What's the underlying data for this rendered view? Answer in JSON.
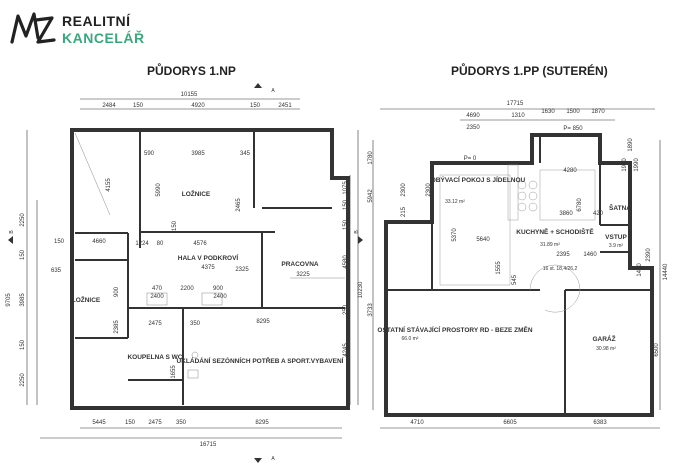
{
  "brand": {
    "line1": "REALITNÍ",
    "line2": "KANCELÁŘ",
    "mark": "MZ",
    "accent": "#3aa77f"
  },
  "plan1": {
    "title": "PŮDORYS 1.NP",
    "section_mark": "A",
    "rooms": {
      "loznice_top": "LOŽNICE",
      "hala": "HALA V PODKROVÍ",
      "pracovna": "PRACOVNA",
      "loznice_left": "LOŽNICE",
      "koupelna": "KOUPELNA S WC",
      "ulozeni": "UKLÁDÁNÍ SEZÓNNÍCH POTŘEB A SPORT.VYBAVENÍ"
    },
    "dims": {
      "top_total": "10155",
      "top_a": "2484",
      "top_b": "150",
      "top_c": "4920",
      "top_d": "150",
      "top_e": "2451",
      "d590": "590",
      "d3985": "3985",
      "d345": "345",
      "d4155": "4155",
      "d5990": "5990",
      "d2465": "2465",
      "d150a": "150",
      "d1224": "1224",
      "d80": "80",
      "d4576": "4576",
      "d4375": "4375",
      "d2325": "2325",
      "d3225": "3225",
      "d4660": "4660",
      "d150b": "150",
      "d635": "635",
      "d900a": "900",
      "d470": "470",
      "d2200": "2200",
      "d900b": "900",
      "d2400a": "2400",
      "d2400b": "2400",
      "d2385": "2385",
      "d2475": "2475",
      "d350": "350",
      "d8295": "8295",
      "d1655": "1655",
      "left_2250a": "2250",
      "left_150a": "150",
      "left_3985": "3985",
      "left_9705": "9705",
      "left_150b": "150",
      "left_2250b": "2250",
      "right_150": "150",
      "right_1075": "1075",
      "right_150b": "150",
      "right_4580": "4580",
      "right_10230": "10230",
      "right_250": "250",
      "right_4245": "4245",
      "bot_5445": "5445",
      "bot_150a": "150",
      "bot_2475": "2475",
      "bot_350": "350",
      "bot_8295": "8295",
      "bot_total": "16715",
      "side_label": "B"
    }
  },
  "plan2": {
    "title": "PŮDORYS 1.PP (SUTERÉN)",
    "rooms": {
      "obyvaci": "OBÝVACÍ POKOJ S JÍDELNOU",
      "obyvaci_area": "33.12 m²",
      "kuchyne": "KUCHYNĚ + SCHODIŠTĚ",
      "kuchyne_area": "31.89 m²",
      "satna": "ŠATNA",
      "vstup": "VSTUP",
      "vstup_area": "3.9 m²",
      "ostatni": "OSTATNÍ STÁVAJÍCÍ PROSTORY RD - BEZE ZMĚN",
      "ostatni_area": "66.0 m²",
      "garaz": "GARÁŽ",
      "garaz_area": "30.98 m²",
      "stairs": "16 st. 18,4/26,2"
    },
    "dims": {
      "top_total": "17715",
      "top_4690": "4690",
      "top_1310": "1310",
      "top_1630": "1630",
      "top_1500": "1500",
      "top_1870": "1870",
      "top_2350": "2350",
      "p850": "P= 850",
      "p0": "P= 0",
      "d4280": "4280",
      "d5370": "5370",
      "d5640": "5640",
      "d3860": "3860",
      "d420": "420",
      "d6780": "6780",
      "d2395": "2395",
      "d1460": "1460",
      "d2300a": "2300",
      "d2300b": "2300",
      "d215": "215",
      "d1555": "1555",
      "d545": "545",
      "left_1780": "1780",
      "left_5942": "5942",
      "left_3733": "3733",
      "right_1890": "1890",
      "right_1930": "1930",
      "right_1990": "1990",
      "right_14440": "14440",
      "right_6500": "6500",
      "right_1450": "1450",
      "right_2390": "2390",
      "bot_4710": "4710",
      "bot_6605": "6605",
      "bot_6383": "6383"
    }
  }
}
